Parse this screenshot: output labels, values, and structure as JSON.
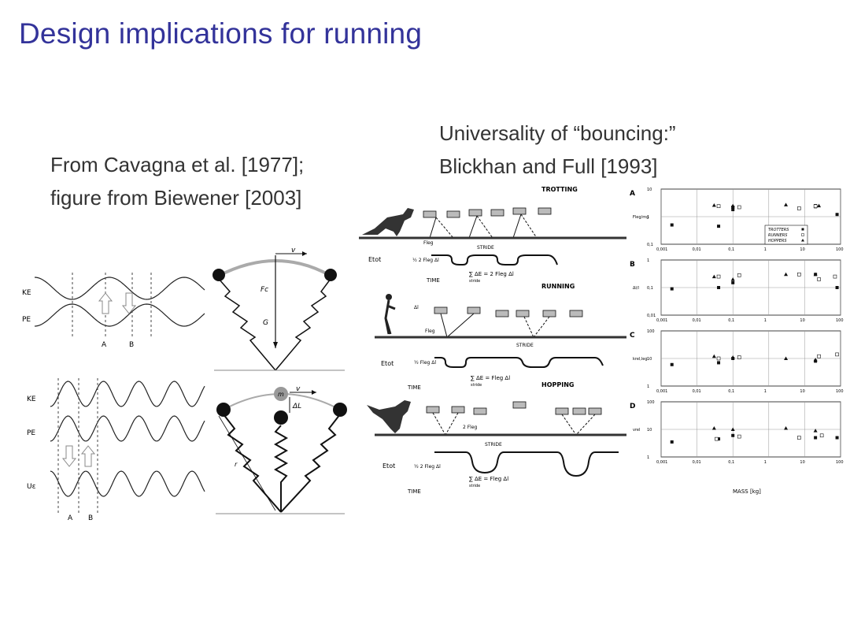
{
  "slide": {
    "title": "Design implications for running",
    "left_caption": [
      "From Cavagna et al. [1977];",
      "figure from Biewener [2003]"
    ],
    "right_caption": [
      "Universality of “bouncing:”",
      "Blickhan and Full [1993]"
    ]
  },
  "energy_plots": {
    "top": {
      "labels": [
        "KE",
        "PE"
      ],
      "markers": [
        "A",
        "B"
      ]
    },
    "bottom": {
      "labels": [
        "KE",
        "PE",
        "Uε"
      ],
      "markers": [
        "A",
        "B"
      ]
    }
  },
  "pendulum": {
    "labels": {
      "v": "v",
      "fc": "Fc",
      "g": "G"
    }
  },
  "spring_mass": {
    "labels": {
      "m": "m",
      "v": "v",
      "dl": "ΔL",
      "r": "r"
    }
  },
  "gaits": {
    "names": [
      "TROTTING",
      "RUNNING",
      "HOPPING"
    ],
    "stride": "STRIDE",
    "etot": "Etot",
    "time": "TIME",
    "eq_trot": "∑ ΔE = 2 Fleg Δl",
    "eq_run": "∑ ΔE = Fleg Δl",
    "eq_hop": "∑ ΔE = Fleg Δl",
    "stride_sub": "stride",
    "half2f": "½ 2 Fleg Δl",
    "half1f": "½ Fleg Δl",
    "fleg": "Fleg",
    "two_fleg": "2 Fleg",
    "dl": "Δl"
  },
  "scatter": {
    "panel_letters": [
      "A",
      "B",
      "C",
      "D"
    ],
    "ylabels": [
      "Fleg/mg",
      "Δl/l",
      "krel,leg",
      "vrel"
    ],
    "xticks": [
      "0,001",
      "0,01",
      "0,1",
      "1",
      "10",
      "100"
    ],
    "xlabel": "MASS [kg]",
    "legend": [
      "TROTTERS",
      "RUNNERS",
      "HOPPERS"
    ],
    "yticks": [
      [
        "10",
        "1",
        "0,1"
      ],
      [
        "1",
        "0,1",
        "0,01"
      ],
      [
        "100",
        "10",
        "1"
      ],
      [
        "100",
        "10",
        "1"
      ]
    ]
  },
  "chart_data": [
    {
      "type": "scatter",
      "title": "",
      "xlabel": "MASS [kg]",
      "ylabel": "Fleg/mg",
      "xlim": [
        0.001,
        100
      ],
      "ylim": [
        0.1,
        10
      ],
      "xscale": "log",
      "yscale": "log",
      "series": [
        {
          "name": "TROTTERS",
          "marker": "filled-square",
          "x": [
            0.002,
            0.04,
            0.1,
            0.1,
            20,
            20,
            80
          ],
          "y": [
            0.5,
            0.45,
            2.2,
            1.8,
            2.5,
            2.3,
            1.2
          ]
        },
        {
          "name": "RUNNERS",
          "marker": "open-square",
          "x": [
            0.04,
            0.15,
            7,
            20
          ],
          "y": [
            2.4,
            2.2,
            2.0,
            2.4
          ]
        },
        {
          "name": "HOPPERS",
          "marker": "filled-triangle",
          "x": [
            0.03,
            0.1,
            3,
            25
          ],
          "y": [
            2.6,
            2.5,
            2.7,
            2.5
          ]
        }
      ]
    },
    {
      "type": "scatter",
      "xlabel": "MASS [kg]",
      "ylabel": "Δl/l",
      "xlim": [
        0.001,
        100
      ],
      "ylim": [
        0.01,
        1
      ],
      "xscale": "log",
      "yscale": "log",
      "series": [
        {
          "name": "TROTTERS",
          "marker": "filled-square",
          "x": [
            0.002,
            0.04,
            0.1,
            20,
            80
          ],
          "y": [
            0.09,
            0.1,
            0.15,
            0.3,
            0.1
          ]
        },
        {
          "name": "RUNNERS",
          "marker": "open-square",
          "x": [
            0.04,
            0.15,
            7,
            25,
            70
          ],
          "y": [
            0.25,
            0.28,
            0.3,
            0.2,
            0.25
          ]
        },
        {
          "name": "HOPPERS",
          "marker": "filled-triangle",
          "x": [
            0.03,
            0.1,
            3,
            20
          ],
          "y": [
            0.25,
            0.2,
            0.3,
            0.3
          ]
        }
      ]
    },
    {
      "type": "scatter",
      "xlabel": "MASS [kg]",
      "ylabel": "krel,leg",
      "xlim": [
        0.001,
        100
      ],
      "ylim": [
        1,
        100
      ],
      "xscale": "log",
      "yscale": "log",
      "series": [
        {
          "name": "TROTTERS",
          "marker": "filled-square",
          "x": [
            0.002,
            0.04,
            0.1,
            20
          ],
          "y": [
            6,
            7,
            10,
            8
          ]
        },
        {
          "name": "RUNNERS",
          "marker": "open-square",
          "x": [
            0.04,
            0.15,
            25,
            80
          ],
          "y": [
            10,
            11,
            12,
            14
          ]
        },
        {
          "name": "HOPPERS",
          "marker": "filled-triangle",
          "x": [
            0.03,
            0.1,
            3,
            20
          ],
          "y": [
            12,
            11,
            10,
            9
          ]
        }
      ]
    },
    {
      "type": "scatter",
      "xlabel": "MASS [kg]",
      "ylabel": "vrel",
      "xlim": [
        0.001,
        100
      ],
      "ylim": [
        1,
        100
      ],
      "xscale": "log",
      "yscale": "log",
      "series": [
        {
          "name": "TROTTERS",
          "marker": "filled-square",
          "x": [
            0.002,
            0.04,
            0.1,
            20,
            80
          ],
          "y": [
            3.5,
            4.5,
            6,
            5,
            5
          ]
        },
        {
          "name": "RUNNERS",
          "marker": "open-square",
          "x": [
            0.035,
            0.15,
            7,
            30
          ],
          "y": [
            4.5,
            5.5,
            5,
            6
          ]
        },
        {
          "name": "HOPPERS",
          "marker": "filled-triangle",
          "x": [
            0.03,
            0.1,
            3,
            20
          ],
          "y": [
            11,
            10,
            11,
            9
          ]
        }
      ]
    }
  ]
}
